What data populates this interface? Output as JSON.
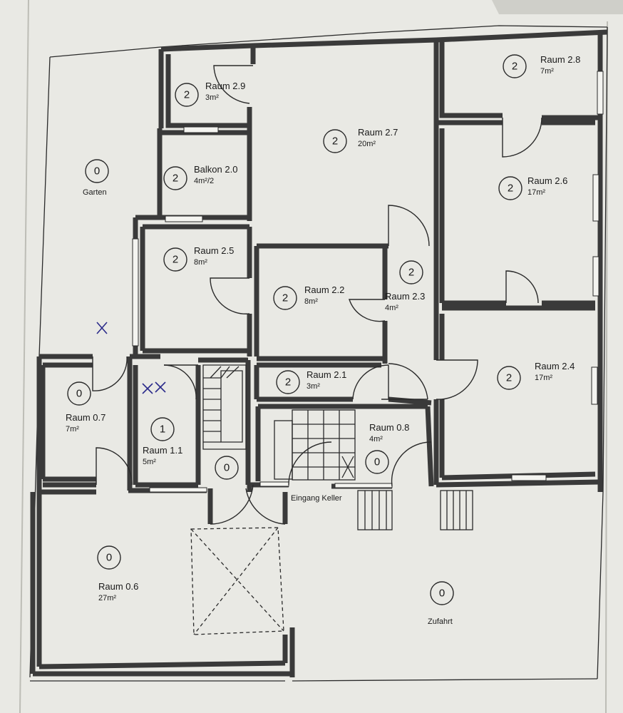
{
  "plan": {
    "rooms": [
      {
        "key": "r29",
        "level": "2",
        "name": "Raum 2.9",
        "area": "3m²"
      },
      {
        "key": "r28",
        "level": "2",
        "name": "Raum 2.8",
        "area": "7m²"
      },
      {
        "key": "r27",
        "level": "2",
        "name": "Raum 2.7",
        "area": "20m²"
      },
      {
        "key": "balkon",
        "level": "2",
        "name": "Balkon 2.0",
        "area": "4m²/2"
      },
      {
        "key": "r26",
        "level": "2",
        "name": "Raum 2.6",
        "area": "17m²"
      },
      {
        "key": "r25",
        "level": "2",
        "name": "Raum 2.5",
        "area": "8m²"
      },
      {
        "key": "r22",
        "level": "2",
        "name": "Raum 2.2",
        "area": "8m²"
      },
      {
        "key": "r23",
        "level": "2",
        "name": "Raum 2.3",
        "area": "4m²"
      },
      {
        "key": "r24",
        "level": "2",
        "name": "Raum 2.4",
        "area": "17m²"
      },
      {
        "key": "r21",
        "level": "2",
        "name": "Raum 2.1",
        "area": "3m²"
      },
      {
        "key": "r07",
        "level": "0",
        "name": "Raum 0.7",
        "area": "7m²"
      },
      {
        "key": "r11",
        "level": "1",
        "name": "Raum 1.1",
        "area": "5m²"
      },
      {
        "key": "r08",
        "level": "0",
        "name": "Raum 0.8",
        "area": "4m²"
      },
      {
        "key": "r06",
        "level": "0",
        "name": "Raum 0.6",
        "area": "27m²"
      }
    ],
    "areas": [
      {
        "key": "garten",
        "level": "0",
        "name": "Garten"
      },
      {
        "key": "zufahrt",
        "level": "0",
        "name": "Zufahrt"
      },
      {
        "key": "stair",
        "level": "0"
      }
    ],
    "eingang": "Eingang  Keller",
    "handwriting": {
      "cross": "x",
      "double_cross": "xx"
    },
    "colors": {
      "paper": "#e9e9e4",
      "wall": "#3a3a3a",
      "pen": "#2a2a8a"
    }
  }
}
